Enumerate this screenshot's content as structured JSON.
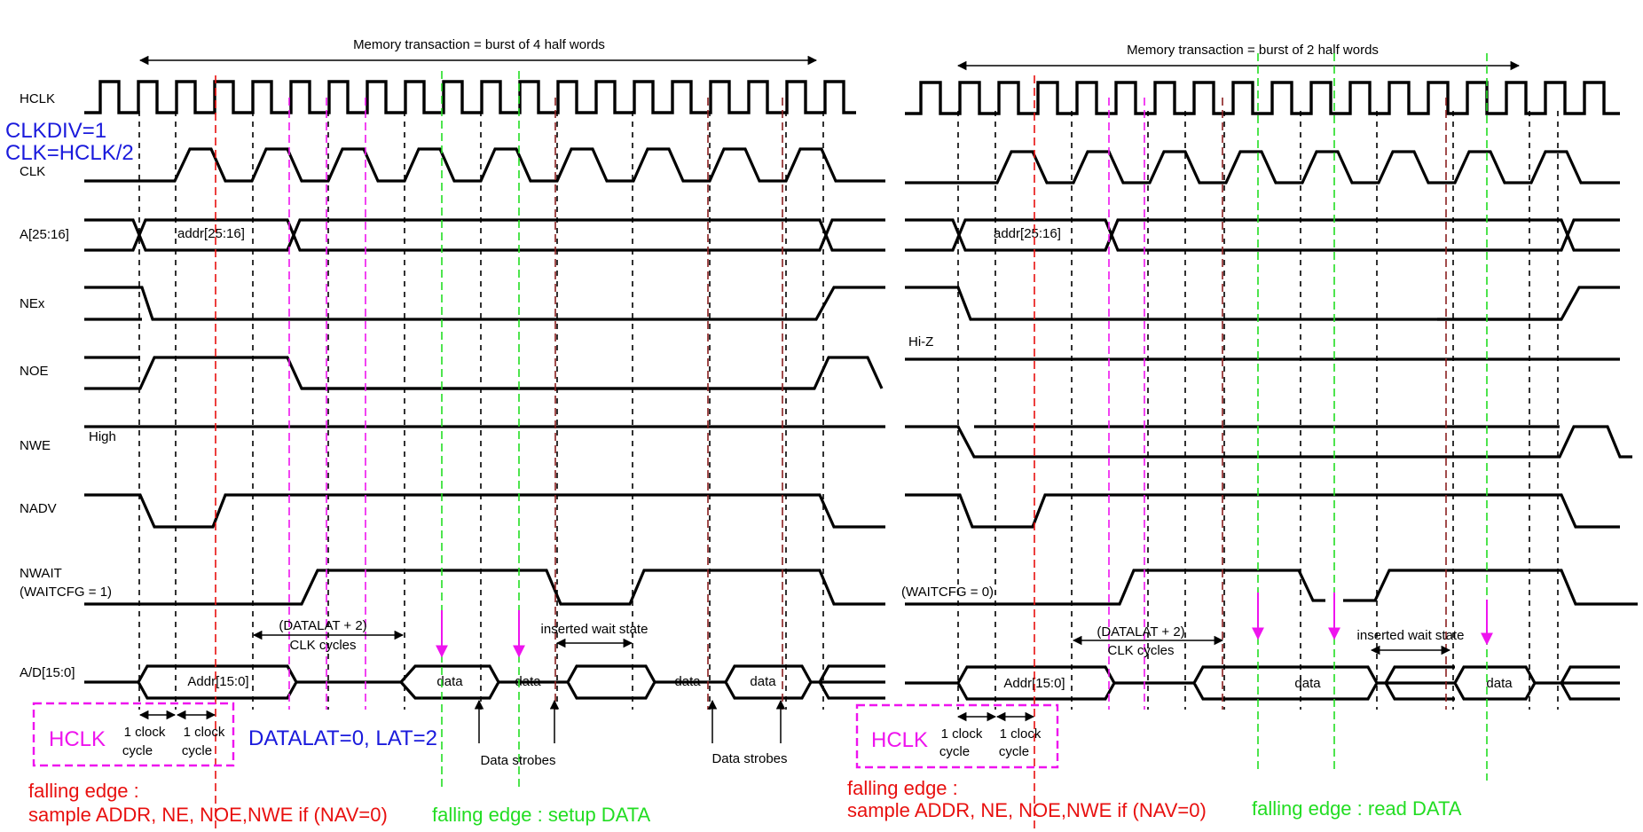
{
  "left": {
    "title": "Memory transaction = burst of 4 half words",
    "labels": {
      "hclk": "HCLK",
      "clkdiv": "CLKDIV=1",
      "clkrel": "CLK=HCLK/2",
      "clk": "CLK",
      "a": "A[25:16]",
      "nex": "NEx",
      "noe": "NOE",
      "nwe": "NWE",
      "nwe_state": "High",
      "nadv": "NADV",
      "nwait": "NWAIT",
      "waitcfg": "(WAITCFG = 1)",
      "ad": "A/D[15:0]"
    },
    "addr_hi": "addr[25:16]",
    "addr_lo": "Addr[15:0]",
    "data": [
      "data",
      "data",
      "data",
      "data"
    ],
    "datalat_1": "(DATALAT + 2)",
    "datalat_2": "CLK cycles",
    "wait_state": "inserted wait state",
    "strobes_1": "Data strobes",
    "strobes_2": "Data strobes",
    "hclk_box": "HCLK",
    "cycle_1a": "1 clock",
    "cycle_1b": "cycle",
    "cycle_2a": "1 clock",
    "cycle_2b": "cycle",
    "lat_note": "DATALAT=0, LAT=2",
    "falling_1": "falling edge :",
    "falling_2": "sample ADDR, NE, NOE,NWE if (NAV=0)",
    "falling_green": "falling edge : setup DATA"
  },
  "right": {
    "title": "Memory transaction = burst of 2 half words",
    "hiz": "Hi-Z",
    "waitcfg": "(WAITCFG = 0)",
    "addr_hi": "addr[25:16]",
    "addr_lo": "Addr[15:0]",
    "data": [
      "data",
      "data"
    ],
    "datalat_1": "(DATALAT + 2)",
    "datalat_2": "CLK cycles",
    "wait_state": "inserted wait state",
    "hclk_box": "HCLK",
    "cycle_1a": "1 clock",
    "cycle_1b": "cycle",
    "cycle_2a": "1 clock",
    "cycle_2b": "cycle",
    "falling_1": "falling edge :",
    "falling_2": "sample ADDR, NE, NOE,NWE if (NAV=0)",
    "falling_green": "falling edge : read DATA"
  },
  "colors": {
    "signal": "#000000",
    "red": "#e8100f",
    "magenta": "#ee14ee",
    "green": "#22dd22",
    "blue": "#1a1adc"
  }
}
